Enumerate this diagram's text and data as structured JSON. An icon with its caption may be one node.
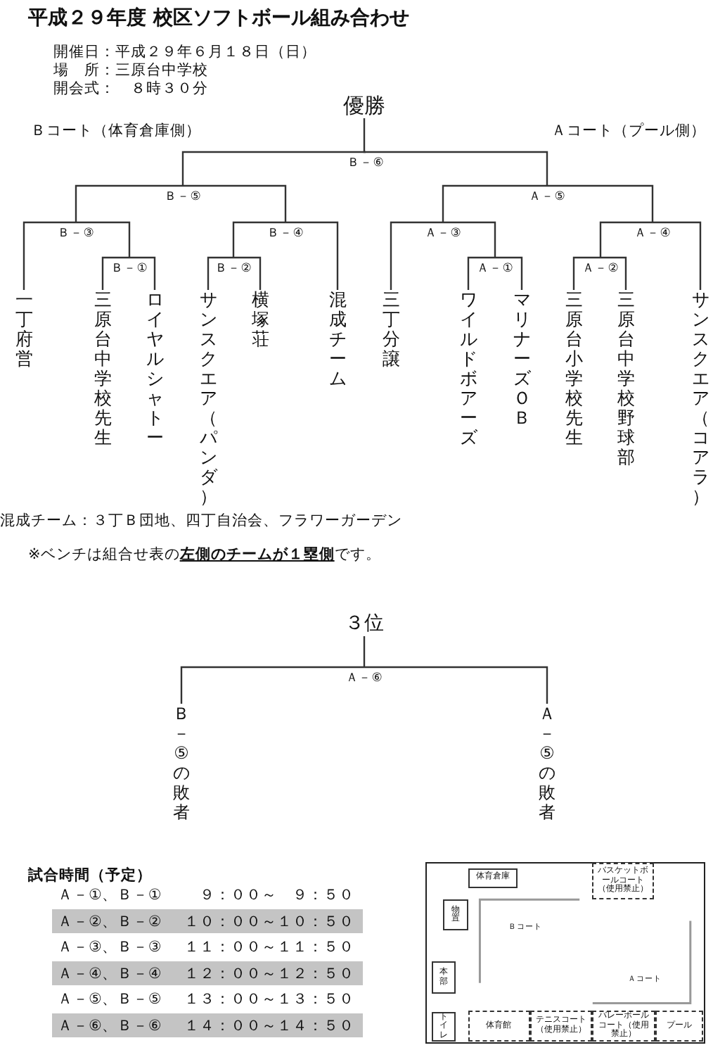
{
  "diagram": {
    "title": "平成２９年度 校区ソフトボール組み合わせ",
    "nodes": [
      {
        "text": [
          "優勝"
        ]
      },
      {
        "text": [
          "Ｂ－⑥"
        ]
      },
      {
        "text": [
          "Ｂ－⑤"
        ]
      },
      {
        "text": [
          "Ａ－⑤"
        ]
      },
      {
        "text": [
          "Ｂ－③"
        ]
      },
      {
        "text": [
          "Ｂ－④"
        ]
      },
      {
        "text": [
          "Ａ－③"
        ]
      },
      {
        "text": [
          "Ａ－④"
        ]
      },
      {
        "text": [
          "Ｂ－①"
        ]
      },
      {
        "text": [
          "Ｂ－②"
        ]
      },
      {
        "text": [
          "Ａ－①"
        ]
      },
      {
        "text": [
          "Ａ－②"
        ]
      },
      {
        "text": [
          "一丁府営"
        ]
      },
      {
        "text": [
          "三原台中学校先生"
        ]
      },
      {
        "text": [
          "ロイヤルシャトー"
        ]
      },
      {
        "text": [
          "サンスクエア（パンダ）"
        ]
      },
      {
        "text": [
          "横塚荘"
        ]
      },
      {
        "text": [
          "混成チーム"
        ]
      },
      {
        "text": [
          "三丁分譲"
        ]
      },
      {
        "text": [
          "ワイルドボアーズ"
        ]
      },
      {
        "text": [
          "マリナーズＯＢ"
        ]
      },
      {
        "text": [
          "三原台小学校先生"
        ]
      },
      {
        "text": [
          "三原台中学校野球部"
        ]
      },
      {
        "text": [
          "サンスクエア（コアラ）"
        ]
      },
      {
        "text": [
          "３位"
        ]
      },
      {
        "text": [
          "Ａ－⑥"
        ]
      },
      {
        "text": [
          "Ｂ－⑤の敗者"
        ]
      },
      {
        "text": [
          "Ａ－⑤の敗者"
        ]
      },
      {
        "text": [
          "体育倉庫"
        ]
      },
      {
        "text": [
          "バスケットボールコート（使用禁止）"
        ]
      },
      {
        "text": [
          "物置"
        ]
      },
      {
        "text": [
          "本部"
        ]
      },
      {
        "text": [
          "トイレ"
        ]
      },
      {
        "text": [
          "体育館"
        ]
      },
      {
        "text": [
          "テニスコート（使用禁止）"
        ]
      },
      {
        "text": [
          "バレーボールコート（使用禁止）"
        ]
      },
      {
        "text": [
          "プール"
        ]
      }
    ],
    "edges": [
      {
        "from": 0,
        "to": 1,
        "arrow": "none"
      },
      {
        "from": 2,
        "to": 1,
        "arrow": "none"
      },
      {
        "from": 3,
        "to": 1,
        "arrow": "none"
      },
      {
        "from": 4,
        "to": 2,
        "arrow": "none"
      },
      {
        "from": 5,
        "to": 2,
        "arrow": "none"
      },
      {
        "from": 6,
        "to": 3,
        "arrow": "none"
      },
      {
        "from": 7,
        "to": 3,
        "arrow": "none"
      },
      {
        "from": 12,
        "to": 4,
        "arrow": "none"
      },
      {
        "from": 8,
        "to": 4,
        "arrow": "none"
      },
      {
        "from": 9,
        "to": 5,
        "arrow": "none"
      },
      {
        "from": 17,
        "to": 5,
        "arrow": "none"
      },
      {
        "from": 18,
        "to": 6,
        "arrow": "none"
      },
      {
        "from": 10,
        "to": 6,
        "arrow": "none"
      },
      {
        "from": 11,
        "to": 7,
        "arrow": "none"
      },
      {
        "from": 23,
        "to": 7,
        "arrow": "none"
      },
      {
        "from": 13,
        "to": 8,
        "arrow": "none"
      },
      {
        "from": 14,
        "to": 8,
        "arrow": "none"
      },
      {
        "from": 15,
        "to": 9,
        "arrow": "none"
      },
      {
        "from": 16,
        "to": 9,
        "arrow": "none"
      },
      {
        "from": 19,
        "to": 10,
        "arrow": "none"
      },
      {
        "from": 20,
        "to": 10,
        "arrow": "none"
      },
      {
        "from": 21,
        "to": 11,
        "arrow": "none"
      },
      {
        "from": 22,
        "to": 11,
        "arrow": "none"
      },
      {
        "from": 24,
        "to": 25,
        "arrow": "none"
      },
      {
        "from": 26,
        "to": 25,
        "arrow": "none"
      },
      {
        "from": 27,
        "to": 25,
        "arrow": "none"
      }
    ],
    "labels": [
      "開催日：平成２９年６月１８日（日）",
      "場　所：三原台中学校",
      "開会式：　８時３０分",
      "Ｂコート（体育倉庫側）",
      "Ａコート（プール側）",
      "混成チーム：３丁Ｂ団地、四丁自治会、フラワーガーデン",
      "※ベンチは組合せ表の**左側のチームが１塁側**です。",
      "試合時間（予定）",
      "Ａ－①、Ｂ－①",
      "９：００～　９：５０",
      "Ａ－②、Ｂ－②",
      "１０：００～１０：５０",
      "Ａ－③、Ｂ－③",
      "１１：００～１１：５０",
      "Ａ－④、Ｂ－④",
      "１２：００～１２：５０",
      "Ａ－⑤、Ｂ－⑤",
      "１３：００～１３：５０",
      "Ａ－⑥、Ｂ－⑥",
      "１４：００～１４：５０",
      "Ｂコート",
      "Ａコート"
    ]
  }
}
